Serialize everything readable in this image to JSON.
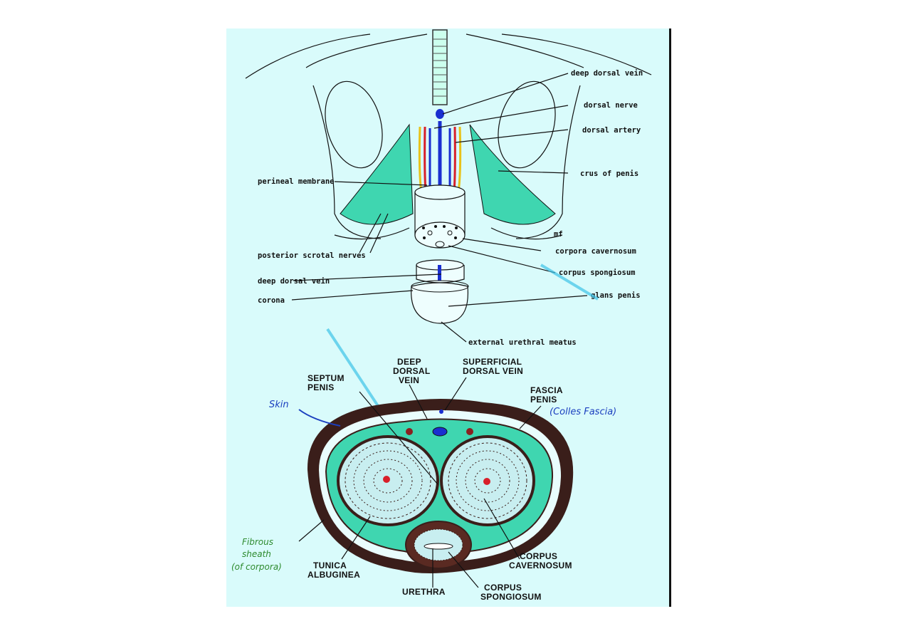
{
  "upper_labels": {
    "deep_dorsal_vein": "deep dorsal vein",
    "dorsal_nerve": "dorsal nerve",
    "dorsal_artery": "dorsal artery",
    "crus_of_penis": "crus of penis",
    "perineal_membrane": "perineal membrane",
    "posterior_scrotal_nerves": "posterior scrotal nerves",
    "corpora_cavernosum": "corpora cavernosum",
    "corpus_spongiosum": "corpus spongiosum",
    "deep_dorsal_vein_2": "deep dorsal vein",
    "corona": "corona",
    "glans_penis": "glans penis",
    "external_urethral_meatus": "external urethral meatus",
    "artist_initials": "mf"
  },
  "lower_labels": {
    "deep_dorsal_vein": [
      "DEEP",
      "DORSAL",
      "VEIN"
    ],
    "superficial_dorsal_vein": [
      "SUPERFICIAL",
      "DORSAL VEIN"
    ],
    "septum_penis": [
      "SEPTUM",
      "PENIS"
    ],
    "fascia_penis": [
      "FASCIA",
      "PENIS"
    ],
    "tunica_albuginea": [
      "TUNICA",
      "ALBUGINEA"
    ],
    "urethra": "URETHRA",
    "corpus_spongiosum": [
      "CORPUS",
      "SPONGIOSUM"
    ],
    "corpus_cavernosum": [
      "CORPUS",
      "CAVERNOSUM"
    ]
  },
  "handwritten": {
    "skin": "Skin",
    "colles_fascia": "(Colles Fascia)",
    "fibrous_sheath": [
      "Fibrous",
      "sheath",
      "(of corpora)"
    ]
  },
  "colors": {
    "paper": "#d9fbfb",
    "tissue_green": "#3fd6b0",
    "vein_blue": "#1a2fd0",
    "artery_red": "#d8202a",
    "nerve_yellow": "#e8c21a",
    "skin_dark": "#3a1e1a"
  }
}
